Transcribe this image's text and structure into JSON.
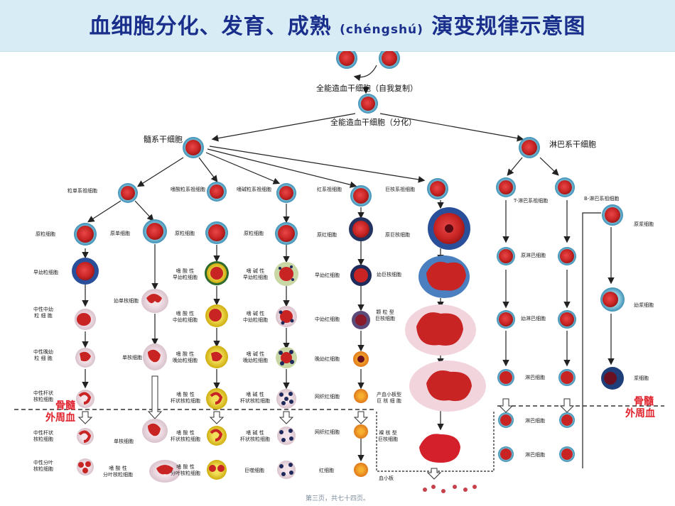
{
  "header": {
    "title_main": "血细胞分化、发育、成熟",
    "title_pinyin": "(chéngshú)",
    "title_tail": "演变规律示意图"
  },
  "labels": {
    "stem_self": "全能造血干细胞（自我复制）",
    "stem_diff": "全能造血干细胞（分化）",
    "myeloid_stem": "髓系干细胞",
    "lymphoid_stem": "淋巴系干细胞",
    "gm_line": "粒单系祖细胞",
    "eos_line": "嗜酸粒系祖细胞",
    "baso_line": "嗜碱粒系祖细胞",
    "ery_line": "红系祖细胞",
    "mega_line": "巨核系祖细胞",
    "t_line": "T-淋巴系祖细胞",
    "b_line": "B-淋巴系祖细胞",
    "myeloblast": "原粒细胞",
    "monoblast": "原单细胞",
    "promyelocyte": "早幼粒细胞",
    "promonocyte": "幼单核细胞",
    "neut_myelocyte": "中性中幼\n粒 细 胞",
    "neut_metamyelocyte": "中性晚幼\n粒 细 胞",
    "monocyte": "单核细胞",
    "neut_band": "中性杆状\n核粒细胞",
    "neut_band_pb": "中性杆状\n核粒细胞",
    "neut_seg": "中性分叶\n核粒细胞",
    "monocyte_pb": "单核细胞",
    "eos_blast": "原粒细胞",
    "eos_pro": "嗜 酸 性\n早幼粒细胞",
    "eos_myelo": "嗜 酸 性\n中幼粒细胞",
    "eos_meta": "嗜 酸 性\n晚幼粒细胞",
    "eos_band": "嗜 酸 性\n杆状核粒细胞",
    "eos_band_pb": "嗜 酸 性\n杆状核粒细胞",
    "eos_seg": "嗜 酸 性\n分叶核粒细胞",
    "eos_seg2": "嗜 酸 性\n分叶核粒细胞",
    "baso_blast": "原粒细胞",
    "baso_pro": "嗜 碱 性\n早幼粒细胞",
    "baso_myelo": "嗜 碱 性\n中幼粒细胞",
    "baso_meta": "嗜 碱 性\n晚幼粒细胞",
    "baso_band": "嗜 碱 性\n杆状核粒细胞",
    "baso_band_pb": "嗜 碱 性\n杆状核粒细胞",
    "baso_mature": "巨噬细胞",
    "ery_blast": "原红细胞",
    "ery_early": "早幼红细胞",
    "ery_mid": "中幼红细胞",
    "ery_late": "晚幼红细胞",
    "reticulocyte": "网织红细胞",
    "reticulocyte_pb": "网织红细胞",
    "rbc": "红细胞",
    "megakaryoblast": "原巨核细胞",
    "promegakaryocyte": "幼巨核细胞",
    "granular_mk": "颗 粒 型\n巨核细胞",
    "plt_producing_mk": "产血小板型\n巨 核 细 胞",
    "naked_nucleus_mk": "裸 核 型\n巨核细胞",
    "platelet": "血小板",
    "lymphoblast": "原淋巴细胞",
    "prolymphocyte": "幼淋巴细胞",
    "lymphocyte": "淋巴细胞",
    "lymphocyte_pb": "淋巴细胞",
    "lymphocyte_pb2": "淋巴细胞",
    "b_blast": "原浆细胞",
    "b_pro": "幼浆细胞",
    "plasma": "浆细胞",
    "bm_left": "骨髓",
    "pb_left": "外周血",
    "bm_right": "骨髓",
    "pb_right": "外周血"
  },
  "footer": {
    "text": "第三页，共七十四页。"
  },
  "colors": {
    "title": "#1a2e8c",
    "header_bg": "#d8ecf5",
    "cell_nucleus": "#d32a2a",
    "cell_cytoplasm": "#4fa6c8",
    "eos_granule": "#e8d21a",
    "baso_granule": "#1d2a5a",
    "boundary_text": "#e0202a"
  }
}
